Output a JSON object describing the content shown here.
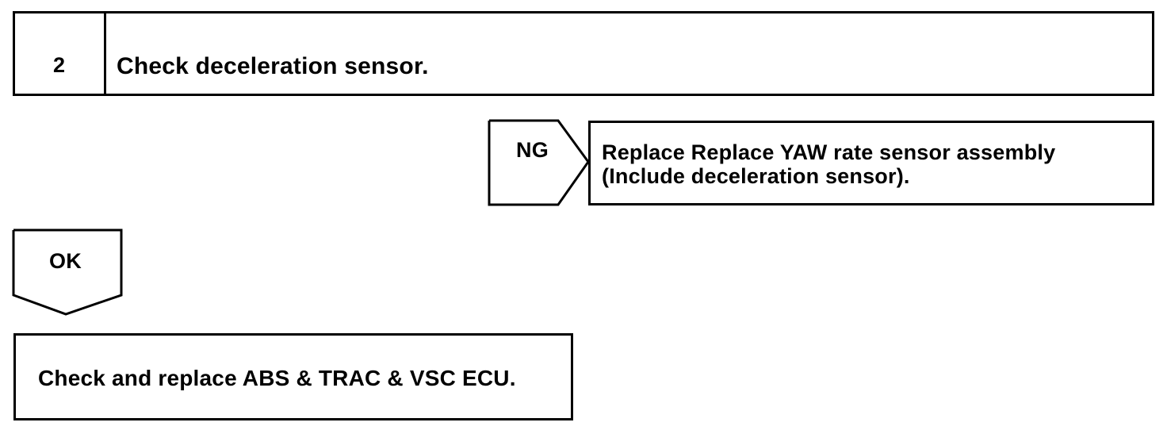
{
  "step": {
    "number": "2",
    "title": "Check deceleration sensor."
  },
  "ng_branch": {
    "label": "NG",
    "action": "Replace Replace YAW rate sensor assembly\n(Include deceleration sensor)."
  },
  "ok_branch": {
    "label": "OK"
  },
  "final_action": {
    "text": "Check and replace ABS & TRAC & VSC ECU."
  }
}
